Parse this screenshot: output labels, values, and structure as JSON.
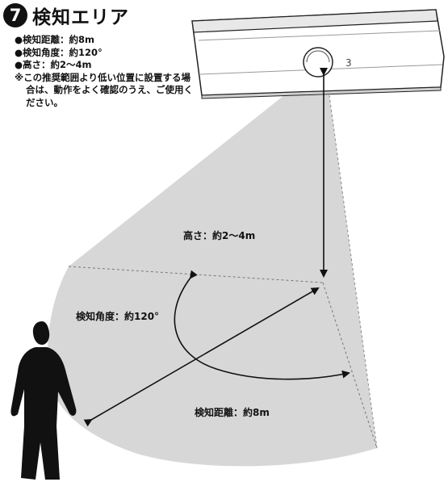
{
  "header": {
    "number": "7",
    "title": "検知エリア"
  },
  "specs": {
    "distance": "●検知距離：約8m",
    "angle": "●検知角度：約120°",
    "height": "●高さ：約2～4m",
    "note": "※この推奨範囲より低い位置に設置する場合は、動作をよく確認のうえ、ご使用ください。"
  },
  "labels": {
    "height": "高さ：約2～4m",
    "angle": "検知角度：約120°",
    "distance": "検知距離：約8m"
  },
  "device": {
    "mark": "3"
  }
}
